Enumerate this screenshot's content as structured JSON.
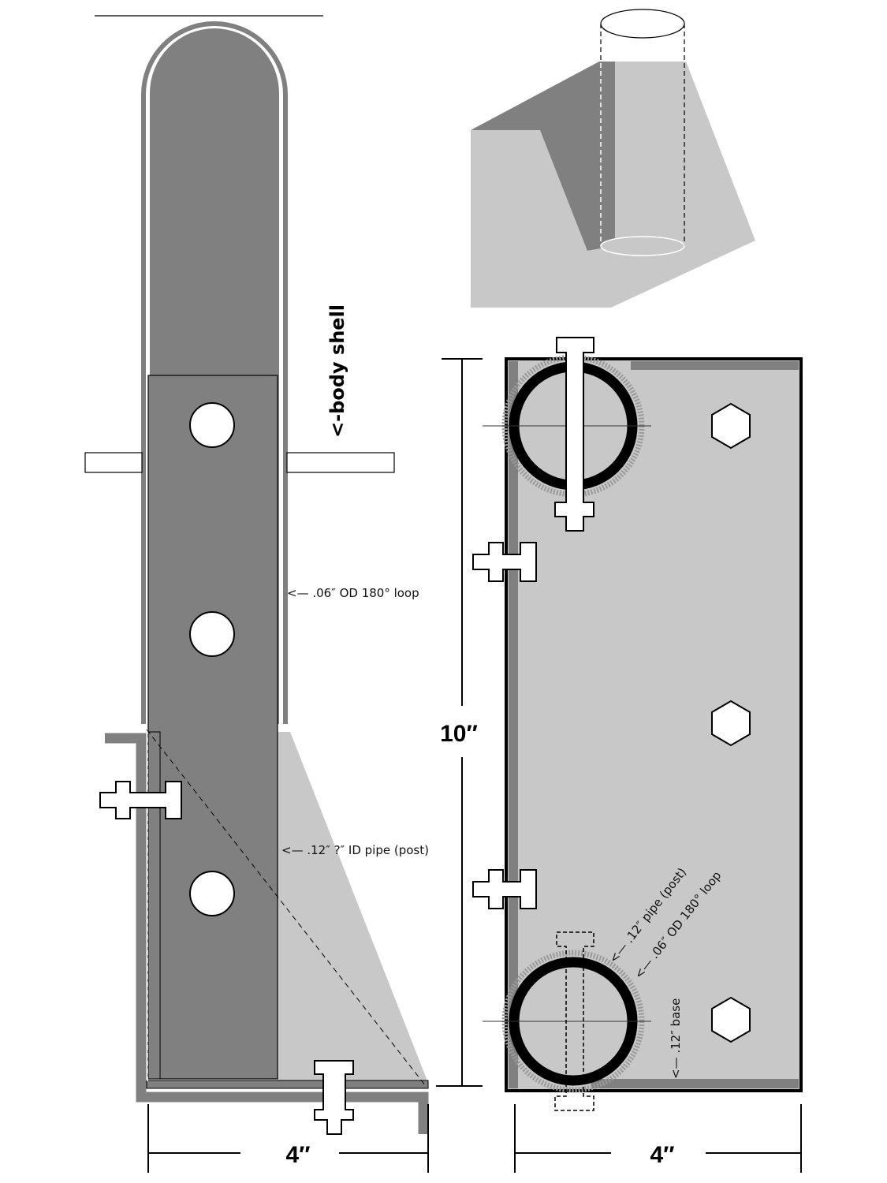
{
  "colors": {
    "dark": "#808080",
    "light": "#c8c8c8",
    "line": "#000000",
    "hatch": "#9a9a9a"
  },
  "side_view": {
    "body_label": "<-body shell",
    "loop_label": "<— .06″ OD 180° loop",
    "pipe_label": "<— .12″ ?″ ID pipe (post)",
    "width_dim": "4″"
  },
  "front_view": {
    "height_dim": "10″",
    "width_dim": "4″",
    "pipe_label": "<— .12″ pipe (post)",
    "loop_label": "<— .06″ OD 180° loop",
    "base_label": "<— .12″ base"
  }
}
